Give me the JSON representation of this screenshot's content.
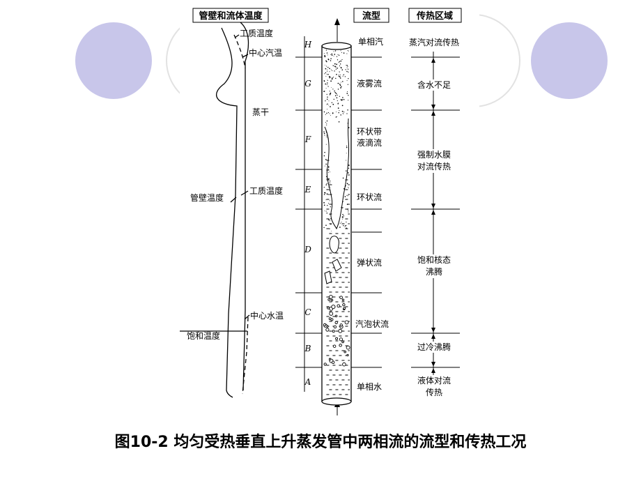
{
  "colors": {
    "decor_circle": "#c8c6ea",
    "ring_stroke": "#e2e2e2",
    "ink": "#000000"
  },
  "headers": {
    "wall_fluid_temp": "管壁和流体温度",
    "flow_pattern": "流型",
    "heat_transfer_zone": "传热区域"
  },
  "temperature_labels": {
    "fluid_temp_top": "工质温度",
    "center_steam_temp": "中心汽温",
    "dryout": "蒸干",
    "fluid_temp_mid": "工质温度",
    "wall_temp": "管壁温度",
    "center_water_temp": "中心水温",
    "saturation_temp": "饱和温度"
  },
  "sections": [
    {
      "letter": "H",
      "flow": [
        "单相汽"
      ],
      "zone": null
    },
    {
      "letter": "G",
      "flow": [
        "液雾流"
      ],
      "zone": null
    },
    {
      "letter": "F",
      "flow": [
        "环状带",
        "液滴流"
      ],
      "zone": null
    },
    {
      "letter": "E",
      "flow": [
        "环状流"
      ],
      "zone": null
    },
    {
      "letter": "D",
      "flow": [
        "弹状流"
      ],
      "zone": null
    },
    {
      "letter": "C",
      "flow": [
        "汽泡状流"
      ],
      "zone": null
    },
    {
      "letter": "B",
      "flow": [],
      "zone": null
    },
    {
      "letter": "A",
      "flow": [
        "单相水"
      ],
      "zone": null
    }
  ],
  "zones": [
    [
      "蒸汽对流传热"
    ],
    [
      "含水不足"
    ],
    [
      "强制水膜",
      "对流传热"
    ],
    [
      "饱和核态",
      "沸腾"
    ],
    [
      "过冷沸腾"
    ],
    [
      "液体对流",
      "传热"
    ]
  ],
  "caption": "图10-2 均匀受热垂直上升蒸发管中两相流的流型和传热工况"
}
